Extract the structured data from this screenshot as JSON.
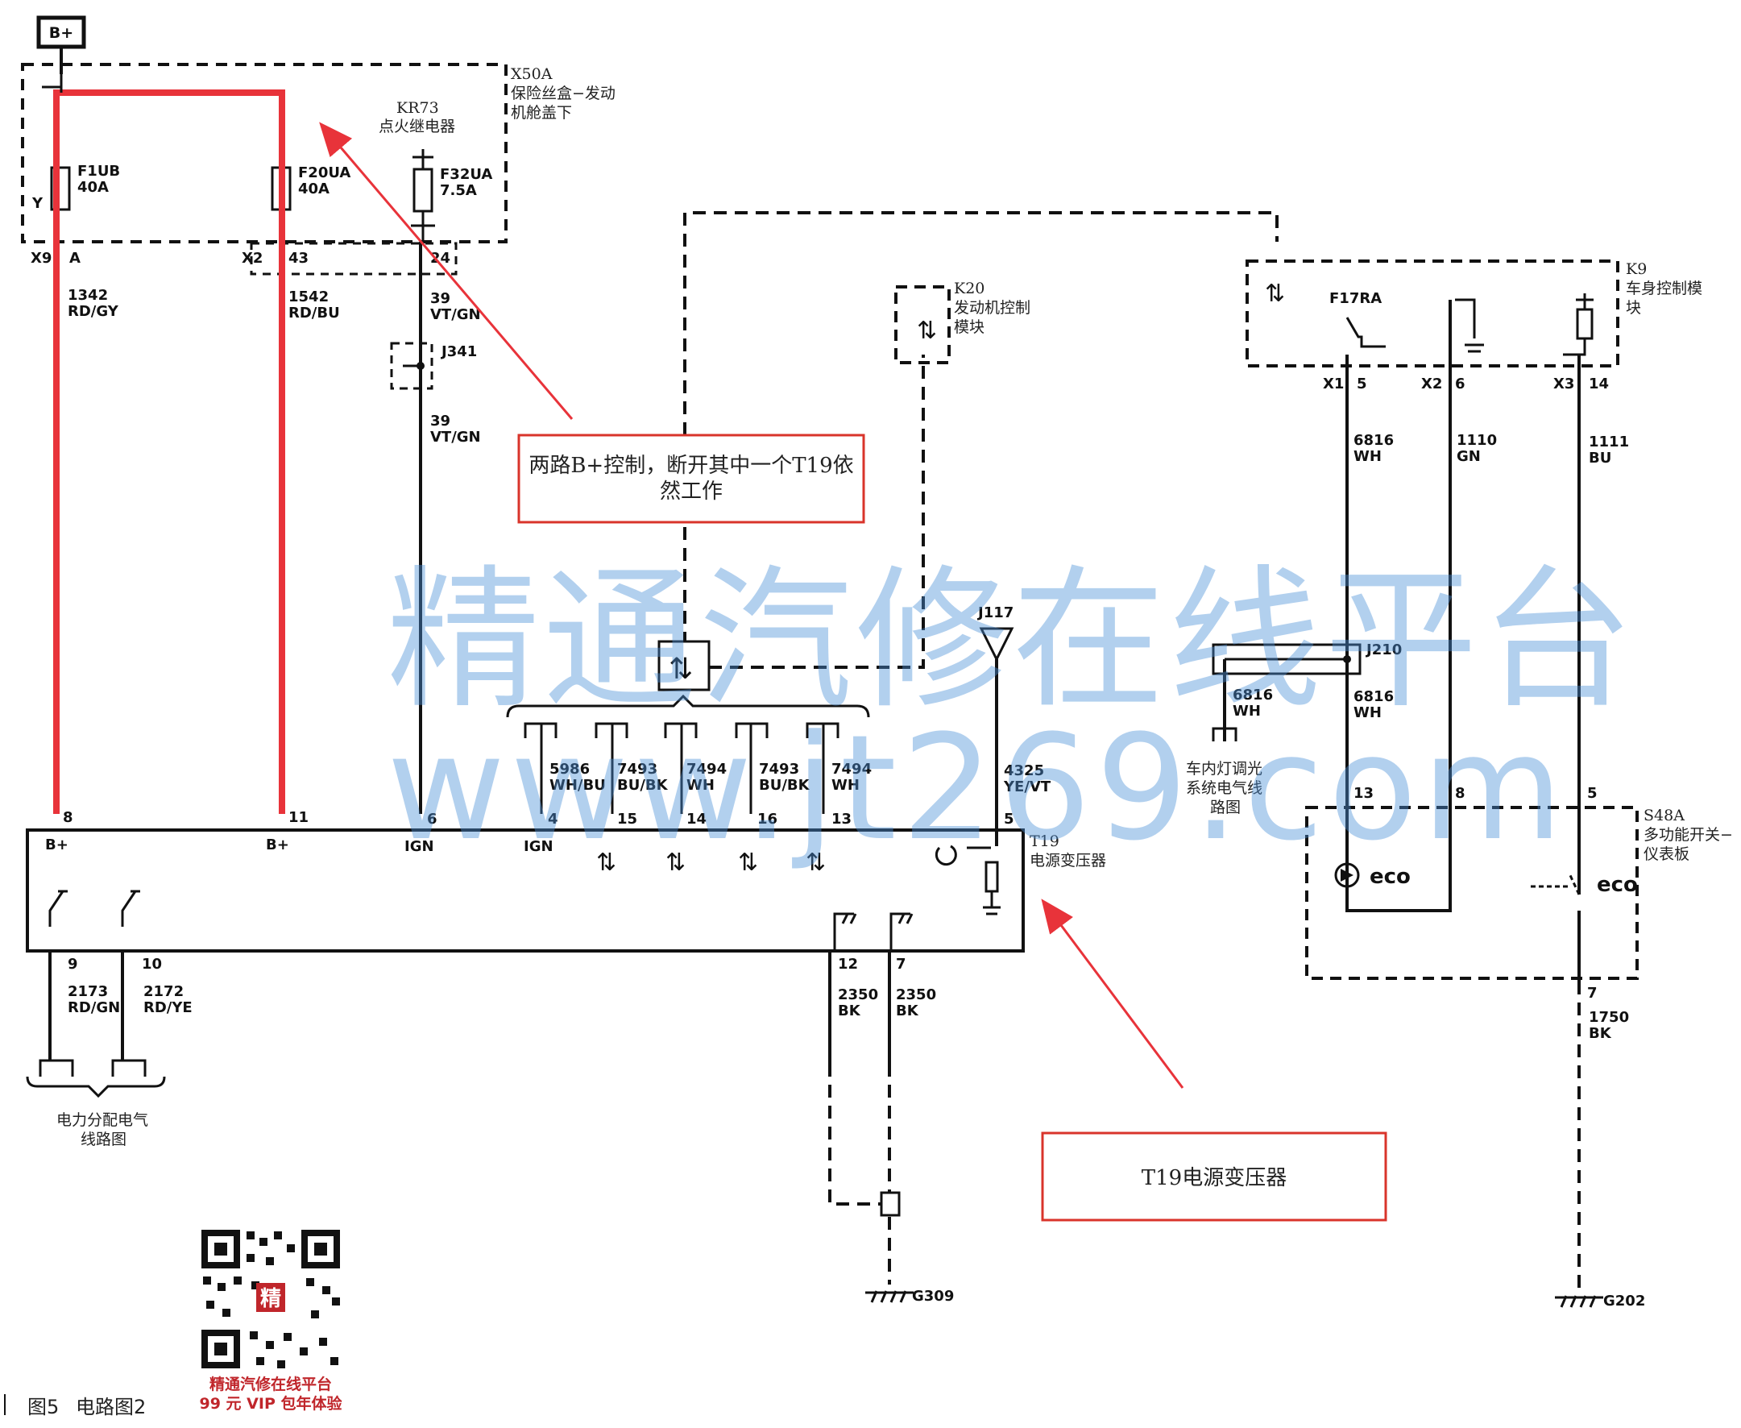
{
  "battery": {
    "label": "B+"
  },
  "fusebox": {
    "code": "X50A",
    "name_line1": "保险丝盒−发动",
    "name_line2": "机舱盖下"
  },
  "relay": {
    "code": "KR73",
    "name": "点火继电器"
  },
  "fuses": [
    {
      "id": "F1UB",
      "rating": "40A"
    },
    {
      "id": "F20UA",
      "rating": "40A"
    },
    {
      "id": "F32UA",
      "rating": "7.5A"
    }
  ],
  "fuse_y_label": "Y",
  "connectors": {
    "x9": "X9",
    "x9_pin": "A",
    "x2": "X2",
    "x2_pin": "43",
    "x2_pin2": "24"
  },
  "wires": {
    "w1342": {
      "num": "1342",
      "color": "RD/GY"
    },
    "w1542": {
      "num": "1542",
      "color": "RD/BU"
    },
    "w39a": {
      "num": "39",
      "color": "VT/GN"
    },
    "w39b": {
      "num": "39",
      "color": "VT/GN"
    },
    "w5986": {
      "num": "5986",
      "color": "WH/BU"
    },
    "w7493a": {
      "num": "7493",
      "color": "BU/BK"
    },
    "w7494a": {
      "num": "7494",
      "color": "WH"
    },
    "w7493b": {
      "num": "7493",
      "color": "BU/BK"
    },
    "w7494b": {
      "num": "7494",
      "color": "WH"
    },
    "w4325": {
      "num": "4325",
      "color": "YE/VT"
    },
    "w2173": {
      "num": "2173",
      "color": "RD/GN"
    },
    "w2172": {
      "num": "2172",
      "color": "RD/YE"
    },
    "w2350a": {
      "num": "2350",
      "color": "BK"
    },
    "w2350b": {
      "num": "2350",
      "color": "BK"
    },
    "w6816a": {
      "num": "6816",
      "color": "WH"
    },
    "w1110": {
      "num": "1110",
      "color": "GN"
    },
    "w1111": {
      "num": "1111",
      "color": "BU"
    },
    "w6816b": {
      "num": "6816",
      "color": "WH"
    },
    "w6816c": {
      "num": "6816",
      "color": "WH"
    },
    "w1750": {
      "num": "1750",
      "color": "BK"
    }
  },
  "splice": {
    "j341": "J341",
    "j117": "J117",
    "j210": "J210"
  },
  "k20": {
    "code": "K20",
    "name_line1": "发动机控制",
    "name_line2": "模块"
  },
  "k9": {
    "code": "K9",
    "name_line1": "车身控制模",
    "name_line2": "块",
    "f17ra": "F17RA",
    "x1": "X1",
    "x1_pin": "5",
    "x2": "X2",
    "x2_pin": "6",
    "x3": "X3",
    "x3_pin": "14"
  },
  "t19": {
    "code": "T19",
    "name": "电源变压器",
    "pins": {
      "p8": "8",
      "p11": "11",
      "p6": "6",
      "p4": "4",
      "p15": "15",
      "p14": "14",
      "p16": "16",
      "p13": "13",
      "p5": "5",
      "p9": "9",
      "p10": "10",
      "p12": "12",
      "p7": "7"
    },
    "labels": {
      "bplus1": "B+",
      "bplus2": "B+",
      "ign1": "IGN",
      "ign2": "IGN"
    }
  },
  "s48a": {
    "code": "S48A",
    "name_line1": "多功能开关−",
    "name_line2": "仪表板",
    "pin13": "13",
    "pin8": "8",
    "pin5": "5",
    "pin7": "7",
    "eco1": "eco",
    "eco2": "eco"
  },
  "grounds": {
    "g309": "G309",
    "g202": "G202"
  },
  "power_dist": {
    "line1": "电力分配电气",
    "line2": "线路图"
  },
  "interior_light": {
    "line1": "车内灯调光",
    "line2": "系统电气线",
    "line3": "路图"
  },
  "annotations": {
    "box1_line1": "两路B+控制，断开其中一个T19依",
    "box1_line2": "然工作",
    "box2": "T19电源变压器"
  },
  "watermark": {
    "line1": "精通汽修在线平台",
    "line2": "www.jt269.com"
  },
  "qr": {
    "center_char": "精",
    "line1": "精通汽修在线平台",
    "line2": "99 元 VIP 包年体验"
  },
  "caption": {
    "fig": "图5",
    "title": "电路图2"
  },
  "colors": {
    "highlight": "#e8333a",
    "watermark": "#4a90d9",
    "annotation_border": "#d9342b"
  }
}
